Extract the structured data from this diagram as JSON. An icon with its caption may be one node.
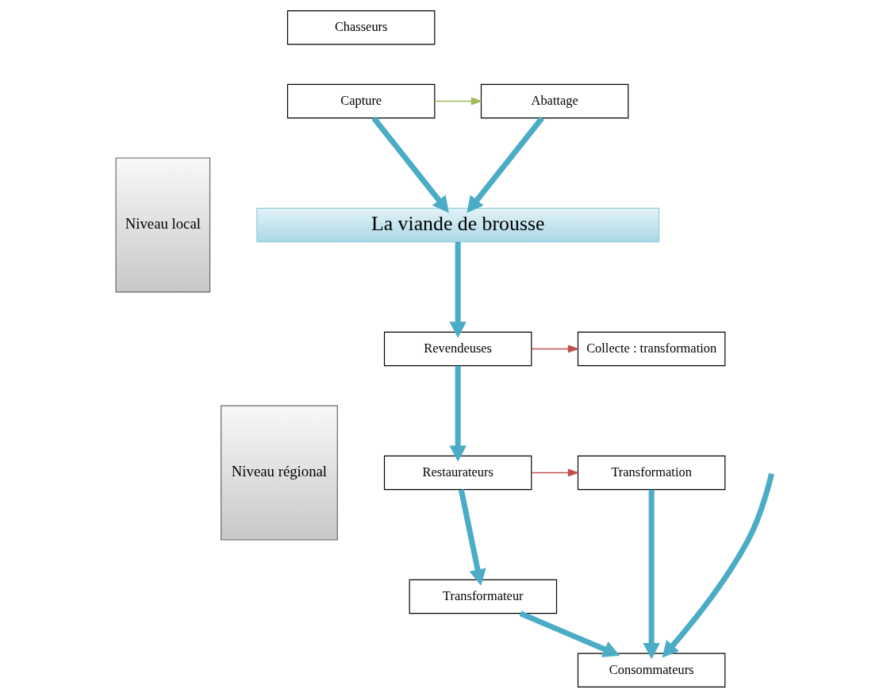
{
  "diagram": {
    "nodes": [
      {
        "text": [
          "Chasseurs"
        ]
      },
      {
        "text": [
          "Capture"
        ]
      },
      {
        "text": [
          "Abattage"
        ]
      },
      {
        "text": [
          "Niveau local"
        ]
      },
      {
        "text": [
          "La viande de brousse"
        ]
      },
      {
        "text": [
          "Revendeuses"
        ]
      },
      {
        "text": [
          "Collecte : transformation"
        ]
      },
      {
        "text": [
          "Niveau régional"
        ]
      },
      {
        "text": [
          "Restaurateurs"
        ]
      },
      {
        "text": [
          "Transformation"
        ]
      },
      {
        "text": [
          "Transformateur"
        ]
      },
      {
        "text": [
          "Consommateurs"
        ]
      }
    ],
    "edges": [
      {
        "from": 1,
        "to": 2,
        "arrow": "to",
        "color": "#9bbb59"
      },
      {
        "from": 1,
        "to": 4,
        "arrow": "to"
      },
      {
        "from": 2,
        "to": 4,
        "arrow": "to"
      },
      {
        "from": 4,
        "to": 5,
        "arrow": "to"
      },
      {
        "from": 5,
        "to": 6,
        "arrow": "to",
        "color": "#c0504d"
      },
      {
        "from": 5,
        "to": 8,
        "arrow": "to"
      },
      {
        "from": 8,
        "to": 9,
        "arrow": "to",
        "color": "#c0504d"
      },
      {
        "from": 8,
        "to": 10,
        "arrow": "to"
      },
      {
        "from": 10,
        "to": 11,
        "arrow": "to"
      },
      {
        "from": 9,
        "to": 11,
        "arrow": "to"
      },
      {
        "from": null,
        "to": 11,
        "arrow": "to"
      }
    ]
  }
}
